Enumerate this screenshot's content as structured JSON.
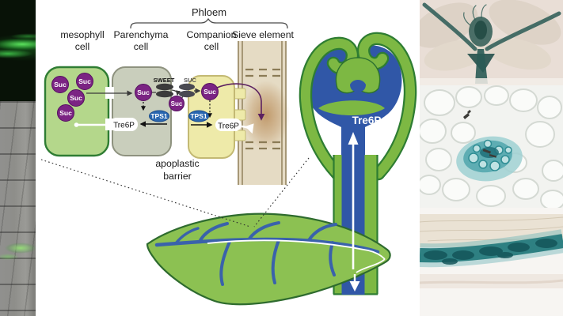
{
  "figure": {
    "phloem_label": "Phloem",
    "cell_labels": {
      "mesophyll_l1": "mesophyll",
      "mesophyll_l2": "cell",
      "parenchyma_l1": "Parenchyma",
      "parenchyma_l2": "cell",
      "companion_l1": "Companion",
      "companion_l2": "cell",
      "sieve_element": "Sieve element"
    },
    "molecule_labels": {
      "suc": "Suc",
      "sweet": "SWEET",
      "suc_transporter": "SUC",
      "tps1": "TPS1",
      "tre6p": "Tre6P"
    },
    "annotations": {
      "apoplastic_l1": "apoplastic",
      "apoplastic_l2": "barrier",
      "phloem_stream_label": "Tre6P"
    },
    "colors": {
      "mesophyll_fill": "#b4d78b",
      "parenchyma_fill": "#c9cebc",
      "companion_fill": "#eeeaa9",
      "sieve_fill": "#e5dbc4",
      "plant_green": "#7db843",
      "leaf_green": "#8cc152",
      "outline_green": "#2e7d32",
      "vasculature_blue": "#3057a7",
      "suc_purple": "#7b2483",
      "tps1_blue": "#2a67b0",
      "gus_stain_teal": "#2e8082"
    }
  }
}
